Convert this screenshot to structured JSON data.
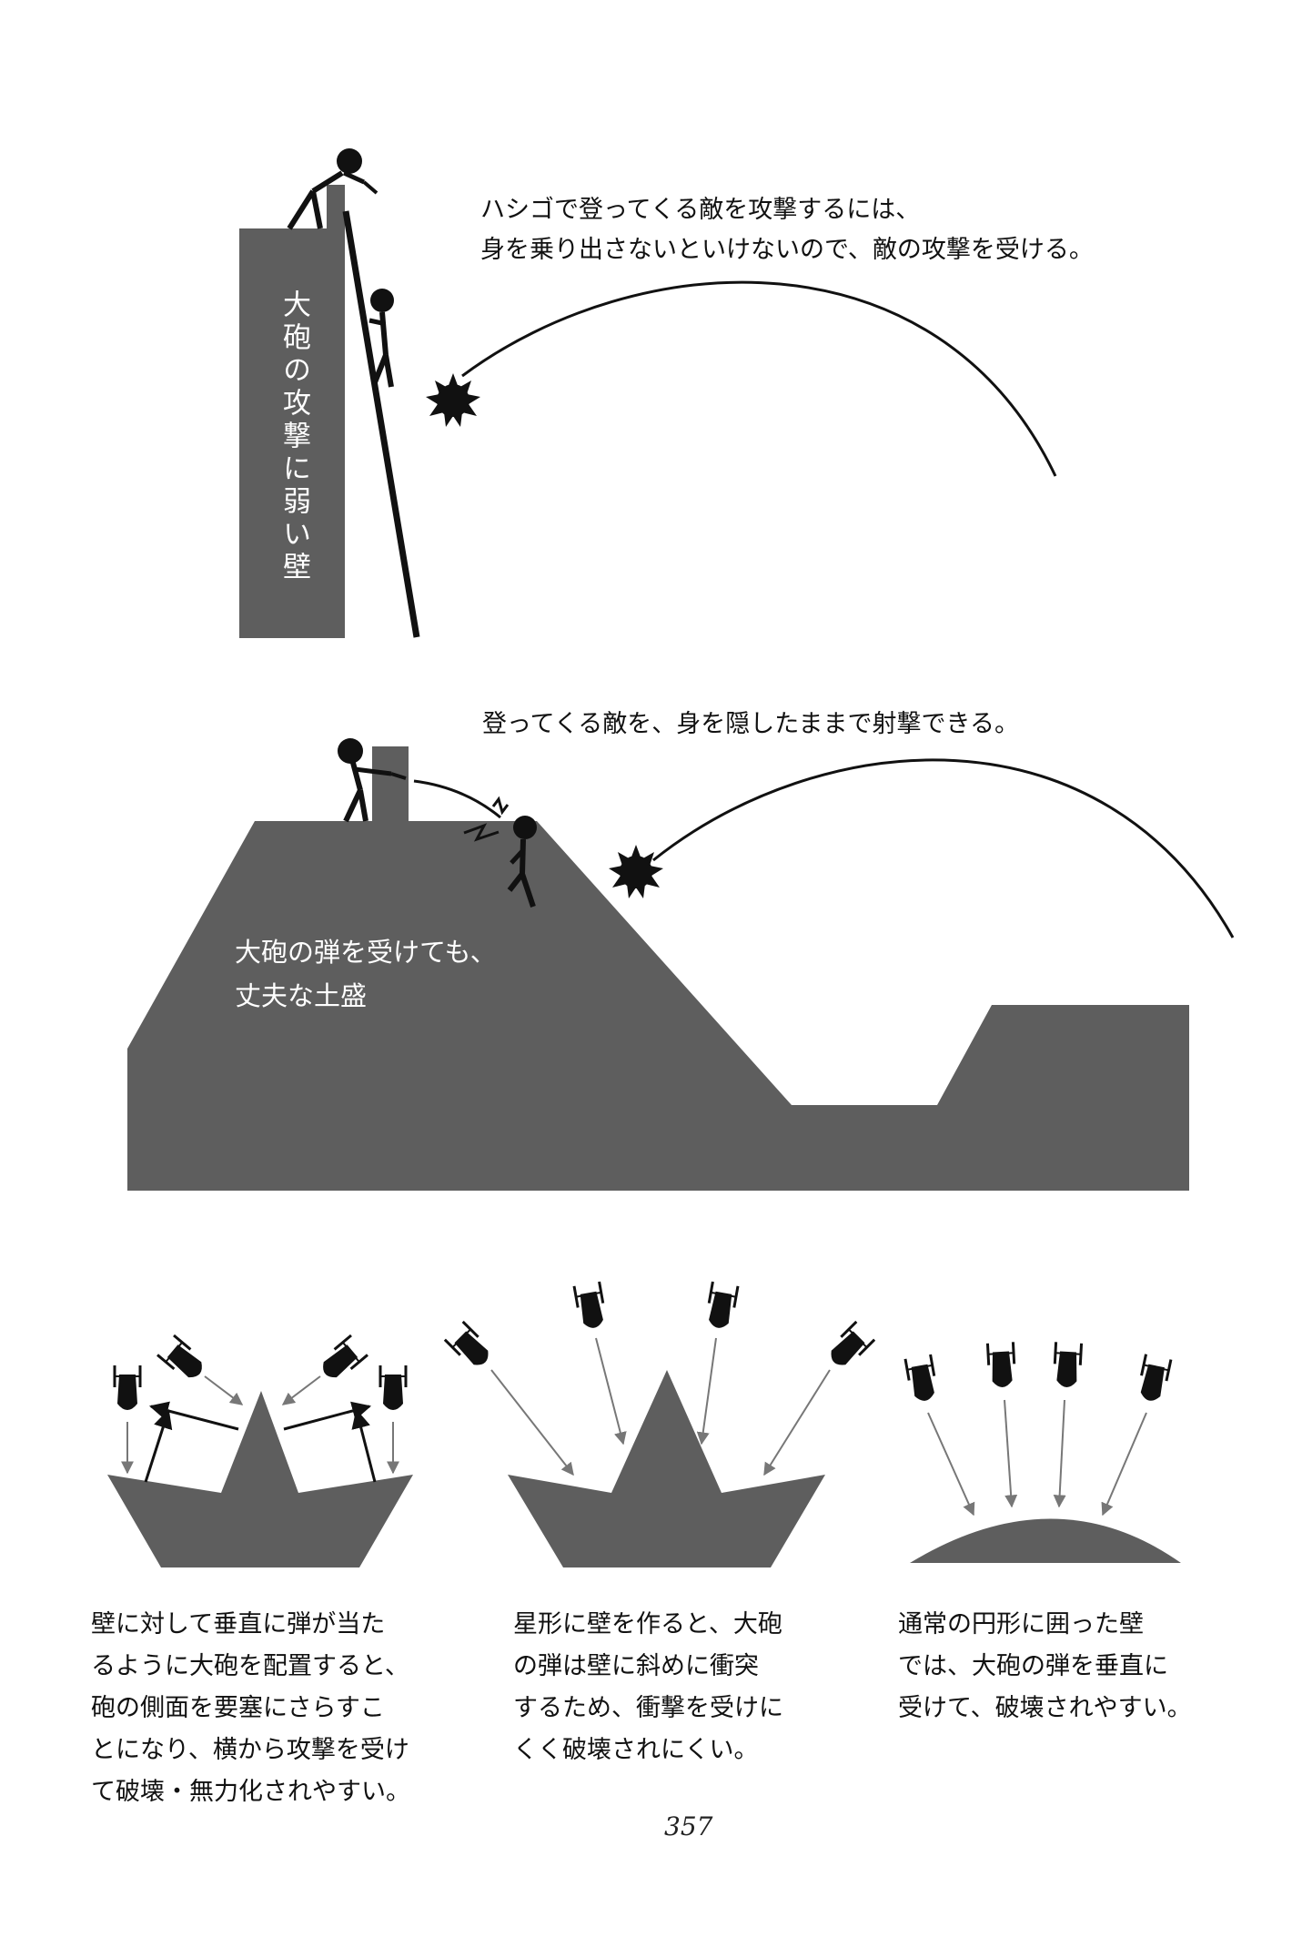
{
  "top_section": {
    "wall_label": "大砲の攻撃に弱い壁",
    "caption_lines": [
      "ハシゴで登ってくる敵を攻撃するには、",
      "身を乗り出さないといけないので、敵の攻撃を受ける。"
    ]
  },
  "middle_section": {
    "caption": "登ってくる敵を、身を隠したままで射撃できる。",
    "earthwork_label_lines": [
      "大砲の弾を受けても、",
      "丈夫な土盛"
    ]
  },
  "bottom_section": {
    "left_caption_lines": [
      "壁に対して垂直に弾が当た",
      "るように大砲を配置すると、",
      "砲の側面を要塞にさらすこ",
      "とになり、横から攻撃を受け",
      "て破壊・無力化されやすい。"
    ],
    "middle_caption_lines": [
      "星形に壁を作ると、大砲",
      "の弾は壁に斜めに衝突",
      "するため、衝撃を受けに",
      "くく破壊されにくい。"
    ],
    "right_caption_lines": [
      "通常の円形に囲った壁",
      "では、大砲の弾を垂直に",
      "受けて、破壊されやすい。"
    ]
  },
  "page_number": "357",
  "colors": {
    "wall_fill": "#5e5e5e",
    "ink": "#111111",
    "arrow": "#777777",
    "background": "#ffffff"
  }
}
